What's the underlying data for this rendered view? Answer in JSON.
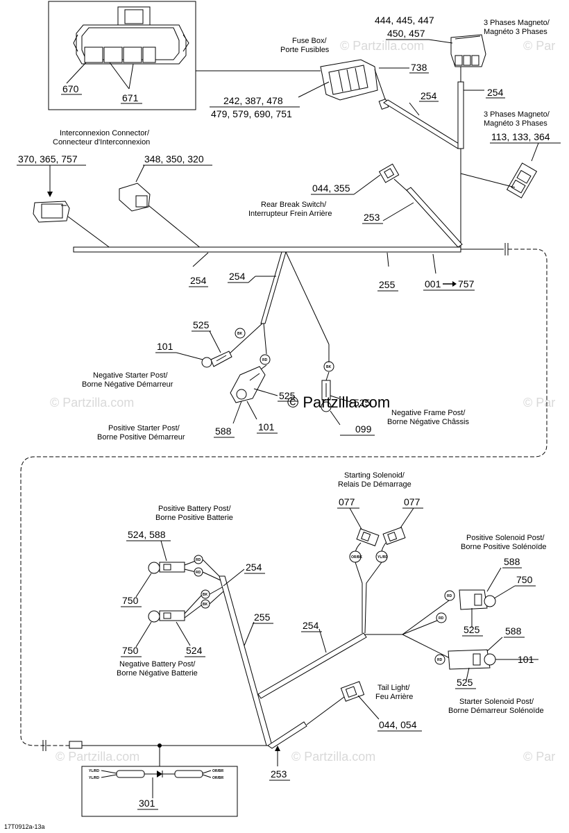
{
  "watermark": {
    "main": "© Partzilla.com",
    "faint": "© Partzilla.com",
    "faint_short": "© Par"
  },
  "figure_code": "17T0912a-13a",
  "labels": {
    "fuse_box": [
      "Fuse Box/",
      "Porte Fusibles"
    ],
    "magneto_a": [
      "3 Phases Magneto/",
      "Magnéto 3 Phases"
    ],
    "magneto_b": [
      "3 Phases Magneto/",
      "Magnéto 3 Phases"
    ],
    "interconnexion": [
      "Interconnexion Connector/",
      "Connecteur d'Interconnexion"
    ],
    "rear_break": [
      "Rear Break Switch/",
      "Interrupteur Frein Arrière"
    ],
    "neg_starter": [
      "Negative Starter Post/",
      "Borne Négative Démarreur"
    ],
    "pos_starter": [
      "Positive Starter Post/",
      "Borne Positive Démarreur"
    ],
    "neg_frame": [
      "Negative Frame Post/",
      "Borne Négative Châssis"
    ],
    "starting_solenoid": [
      "Starting Solenoid/",
      "Relais De Démarrage"
    ],
    "pos_battery": [
      "Positive Battery Post/",
      "Borne Positive Batterie"
    ],
    "neg_battery": [
      "Negative Battery Post/",
      "Borne Négative Batterie"
    ],
    "pos_solenoid": [
      "Positive Solenoid Post/",
      "Borne Positive Solénoïde"
    ],
    "tail_light": [
      "Tail Light/",
      "Feu Arrière"
    ],
    "starter_solenoid": [
      "Starter Solenoid Post/",
      "Borne Démarreur Solénoïde"
    ]
  },
  "parts": {
    "p670": "670",
    "p671": "671",
    "p444": "444, 445, 447",
    "p450": "450, 457",
    "p738": "738",
    "p242": "242, 387, 478",
    "p479": "479, 579, 690, 751",
    "p254a": "254",
    "p254b": "254",
    "p113": "113, 133, 364",
    "p370": "370, 365, 757",
    "p348": "348, 350, 320",
    "p044a": "044, 355",
    "p253a": "253",
    "p254c": "254",
    "p254d": "254",
    "p255a": "255",
    "p001": "001",
    "p757": "757",
    "p525a": "525",
    "p101a": "101",
    "p525b": "525",
    "p588a": "588",
    "p101b": "101",
    "p525c": "525",
    "p099": "099",
    "p077a": "077",
    "p077b": "077",
    "p524a": "524, 588",
    "p254e": "254",
    "p750a": "750",
    "p255b": "255",
    "p750b": "750",
    "p524b": "524",
    "p254f": "254",
    "p588b": "588",
    "p750c": "750",
    "p525d": "525",
    "p588c": "588",
    "p101c": "101",
    "p525e": "525",
    "p044b": "044, 054",
    "p253b": "253",
    "p301": "301"
  },
  "wire_tags": {
    "bk": "BK",
    "rd": "RD",
    "orbk": "OR/BK",
    "ylrd": "YL/RD",
    "orbr": "OR/BR"
  }
}
